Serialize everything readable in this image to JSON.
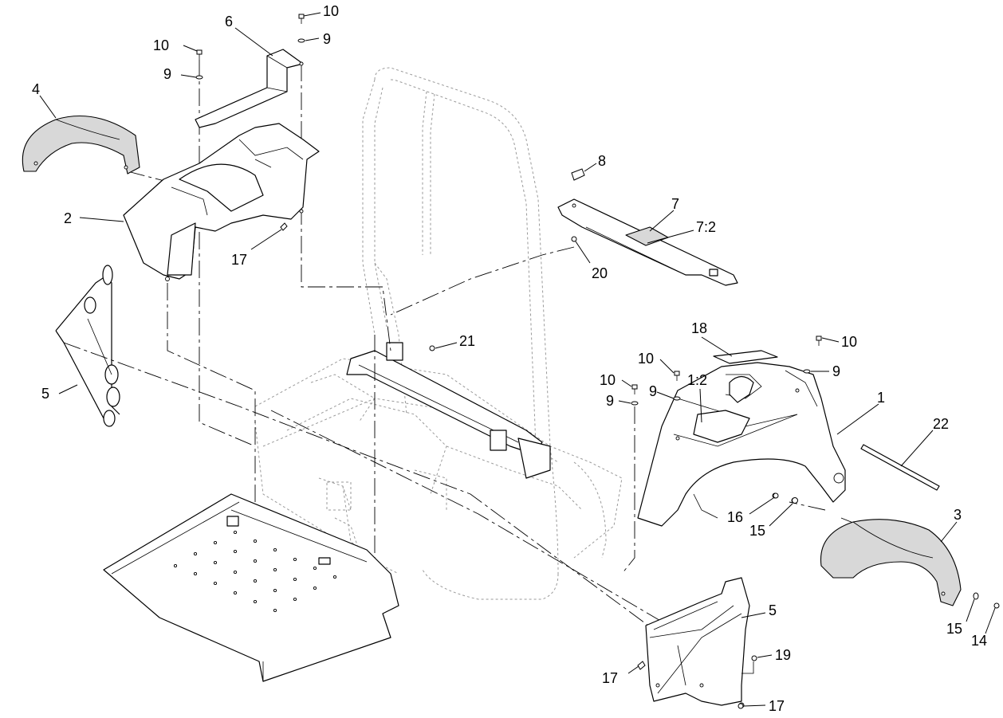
{
  "callouts": {
    "c10a": "10",
    "c9a": "9",
    "c6": "6",
    "c10b": "10",
    "c9b": "9",
    "c4": "4",
    "c2": "2",
    "c17a": "17",
    "c8": "8",
    "c7": "7",
    "c72": "7:2",
    "c20": "20",
    "c5a": "5",
    "c21": "21",
    "c18": "18",
    "c10c": "10",
    "c9c": "9",
    "c10d": "10",
    "c9d": "9",
    "c12": "1:2",
    "c1": "1",
    "c22": "22",
    "c16": "16",
    "c15a": "15",
    "c3": "3",
    "c5b": "5",
    "c19": "19",
    "c17b": "17",
    "c17c": "17",
    "c15b": "15",
    "c14": "14"
  }
}
